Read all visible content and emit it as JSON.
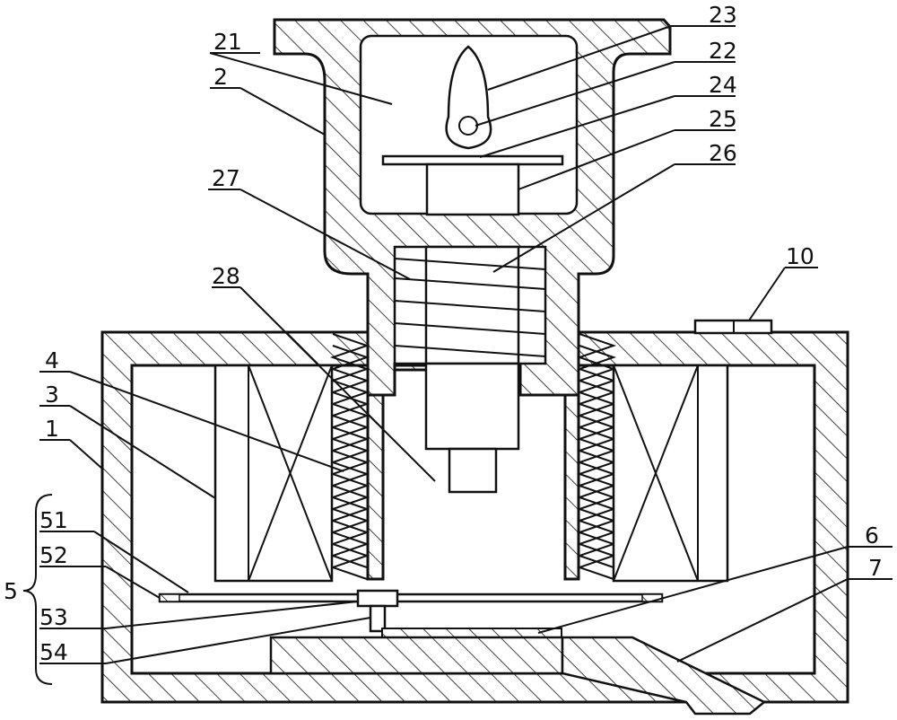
{
  "labels": {
    "l1": "1",
    "l2": "2",
    "l3": "3",
    "l4": "4",
    "l5": "5",
    "l6": "6",
    "l7": "7",
    "l10": "10",
    "l21": "21",
    "l22": "22",
    "l23": "23",
    "l24": "24",
    "l25": "25",
    "l26": "26",
    "l27": "27",
    "l28": "28",
    "l51": "51",
    "l52": "52",
    "l53": "53",
    "l54": "54"
  },
  "colors": {
    "line": "#111111",
    "background": "#ffffff"
  }
}
